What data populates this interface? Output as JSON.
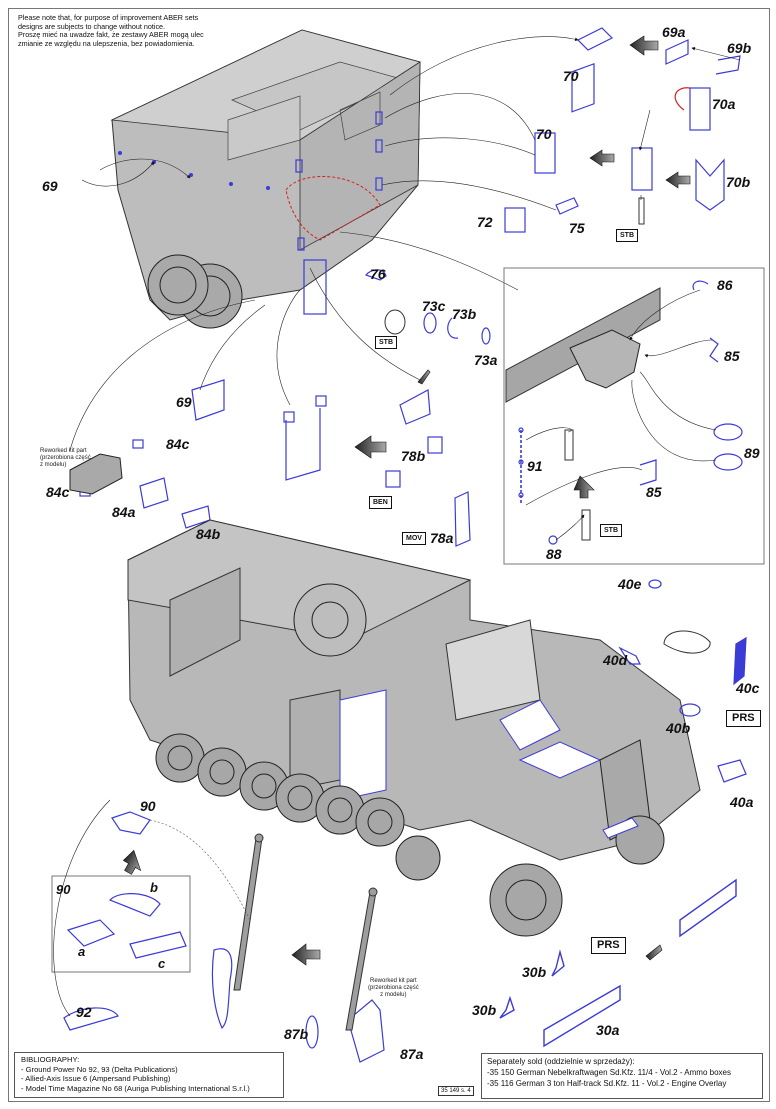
{
  "notice": {
    "lines": [
      "Please note that, for purpose of improvement ABER sets",
      "designs are subjects to change without notice.",
      "Proszę mieć na uwadze fakt, że zestawy ABER mogą ulec",
      "zmianie ze względu na ulepszenia, bez powiadomienia."
    ]
  },
  "part_labels": {
    "p69a": "69a",
    "p69b": "69b",
    "p70_top": "70",
    "p70_mid": "70",
    "p70a": "70a",
    "p70b": "70b",
    "p69_left": "69",
    "p72": "72",
    "p75": "75",
    "p76": "76",
    "p73a": "73a",
    "p73b": "73b",
    "p73c": "73c",
    "p69_plate": "69",
    "p84c_right": "84c",
    "p84c_left": "84c",
    "p84a": "84a",
    "p84b": "84b",
    "p78a": "78a",
    "p78b": "78b",
    "p86": "86",
    "p85_top": "85",
    "p85_bottom": "85",
    "p89": "89",
    "p91": "91",
    "p88": "88",
    "p40a": "40a",
    "p40b": "40b",
    "p40c": "40c",
    "p40d": "40d",
    "p40e": "40e",
    "p90": "90",
    "p90_inset": "90",
    "p90_a": "a",
    "p90_b": "b",
    "p90_c": "c",
    "p92": "92",
    "p87a": "87a",
    "p87b": "87b",
    "p30a": "30a",
    "p30b_top": "30b",
    "p30b_bottom": "30b"
  },
  "material_tags": {
    "stb_hinge": "STB",
    "stb_lamp": "STB",
    "stb_hitch": "STB",
    "ben": "BEN",
    "mov": "MOV",
    "prs_top": "PRS",
    "prs_bottom": "PRS"
  },
  "reworked_note": {
    "lines": [
      "Reworked kit part",
      "(przerobiona część",
      "z modelu)"
    ]
  },
  "bibliography": {
    "title": "BIBLIOGRAPHY:",
    "items": [
      "- Ground Power No 92, 93 (Delta Publications)",
      "- Allied-Axis Issue 6 (Ampersand Publishing)",
      "- Model Time Magazine No 68 (Auriga Publishing International S.r.l.)"
    ]
  },
  "separately_sold": {
    "title": "Separately sold (oddzielnie w sprzedaży):",
    "items": [
      "-35 150 German Nebelkraftwagen Sd.Kfz. 11/4 - Vol.2 - Ammo boxes",
      "-35 116 German 3 ton Half-track Sd.Kfz. 11 - Vol.2 - Engine Overlay"
    ]
  },
  "page_code": "35 149 s. 4",
  "colors": {
    "etch_part": "#3b3bd6",
    "model_gray": "#b9b9b9",
    "highlight_red": "#d62020"
  }
}
